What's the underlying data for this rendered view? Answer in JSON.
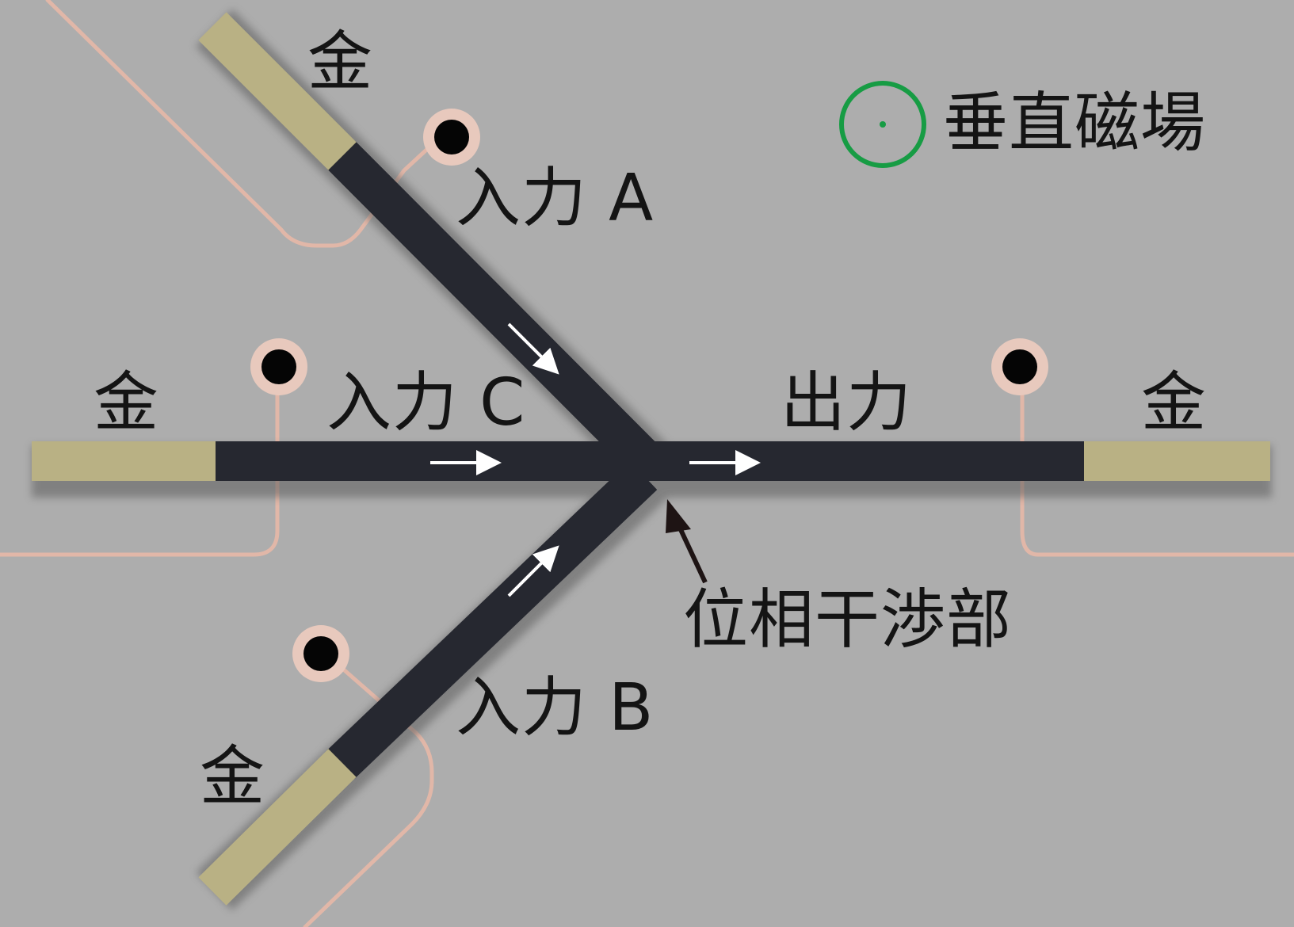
{
  "labels": {
    "gold": "金",
    "input_a": "入力 A",
    "input_b": "入力 B",
    "input_c": "入力 C",
    "output": "出力",
    "interference": "位相干渉部",
    "field": "垂直磁場"
  },
  "colors": {
    "background": "#adadad",
    "waveguide": "#262830",
    "gold_pad": "#b9b184",
    "wire": "#e1b7a8",
    "via_ring": "#e8c9bd",
    "via_dot": "#050505",
    "arrow_flow": "#ffffff",
    "arrow_pointer": "#1e1414",
    "field_symbol": "#179c44"
  }
}
